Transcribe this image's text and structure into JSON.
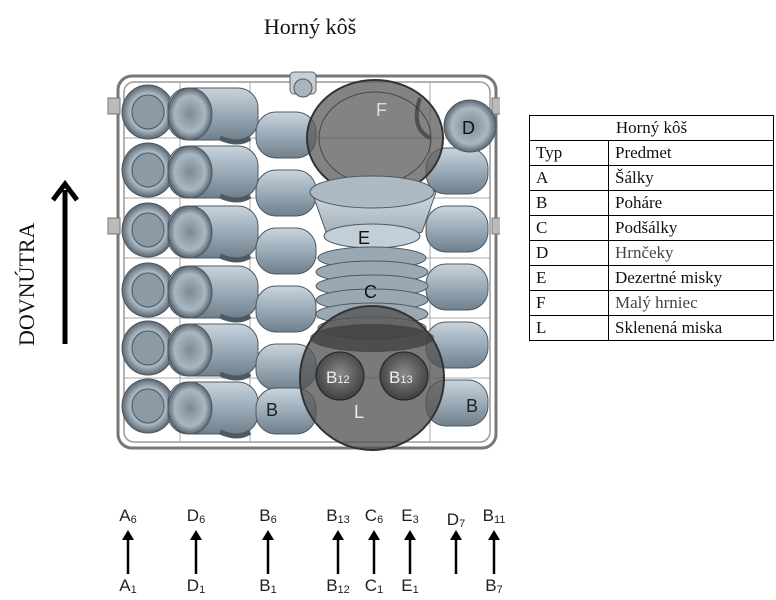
{
  "title": "Horný kôš",
  "side_label": "DOVNÚTRA",
  "rack_labels": {
    "F": "F",
    "D": "D",
    "E": "E",
    "C": "C",
    "L": "L",
    "B_left": "B",
    "B_right": "B",
    "B12": "B",
    "B12_sub": "12",
    "B13": "B",
    "B13_sub": "13"
  },
  "legend": {
    "title": "Horný kôš",
    "header": [
      "Typ",
      "Predmet"
    ],
    "rows": [
      {
        "typ": "A",
        "item": "Šálky"
      },
      {
        "typ": "B",
        "item": "Poháre"
      },
      {
        "typ": "C",
        "item": "Podšálky"
      },
      {
        "typ": "D",
        "item": "Hrnčeky"
      },
      {
        "typ": "E",
        "item": "Dezertné misky"
      },
      {
        "typ": "F",
        "item": "Malý hrniec"
      },
      {
        "typ": "L",
        "item": "Sklenená miska"
      }
    ]
  },
  "columns": [
    {
      "top": "A",
      "top_sub": "6",
      "bottom": "A",
      "bottom_sub": "1",
      "arrow": true
    },
    {
      "top": "D",
      "top_sub": "6",
      "bottom": "D",
      "bottom_sub": "1",
      "arrow": true
    },
    {
      "top": "B",
      "top_sub": "6",
      "bottom": "B",
      "bottom_sub": "1",
      "arrow": true
    },
    {
      "top": "B",
      "top_sub": "13",
      "bottom": "B",
      "bottom_sub": "12",
      "arrow": true
    },
    {
      "top": "C",
      "top_sub": "6",
      "bottom": "C",
      "bottom_sub": "1",
      "arrow": true
    },
    {
      "top": "E",
      "top_sub": "3",
      "bottom": "E",
      "bottom_sub": "1",
      "arrow": true
    },
    {
      "top": "D",
      "top_sub": "7",
      "bottom": "",
      "bottom_sub": "",
      "arrow": true
    },
    {
      "top": "B",
      "top_sub": "11",
      "bottom": "B",
      "bottom_sub": "7",
      "arrow": true
    }
  ]
}
